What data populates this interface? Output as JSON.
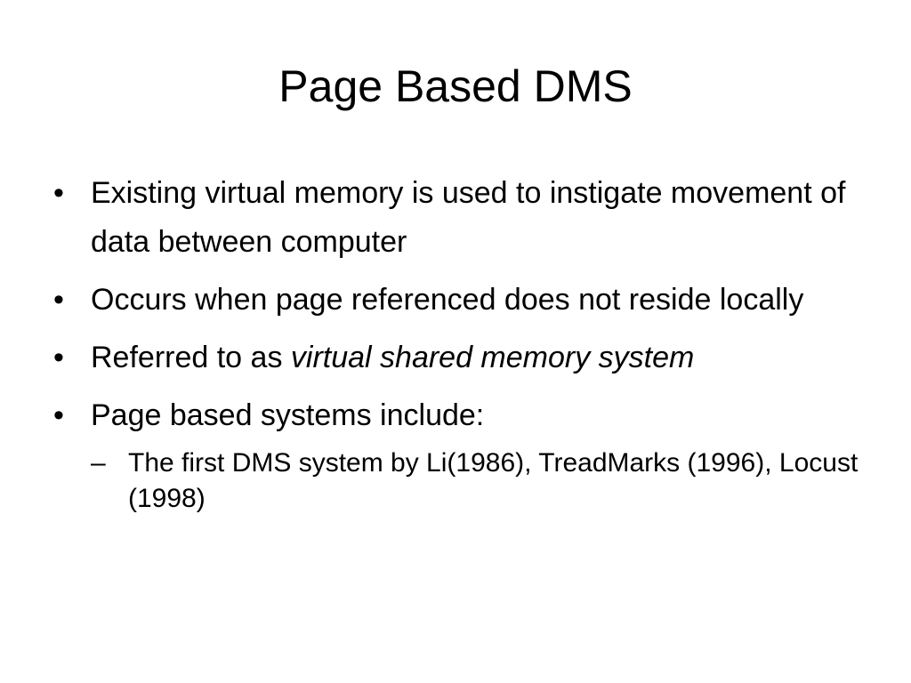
{
  "slide": {
    "title": "Page Based DMS",
    "bullet_symbol": "•",
    "sub_bullet_symbol": "–",
    "bullets": [
      {
        "text": "Existing virtual memory is used to instigate movement of data between computer"
      },
      {
        "text": "Occurs when page referenced does not reside locally"
      },
      {
        "prefix": "Referred to as ",
        "emphasis": "virtual shared memory system"
      },
      {
        "text": "Page based systems include:"
      }
    ],
    "sub_bullets": [
      {
        "text": "The first DMS system by Li(1986), TreadMarks (1996), Locust (1998)"
      }
    ]
  }
}
